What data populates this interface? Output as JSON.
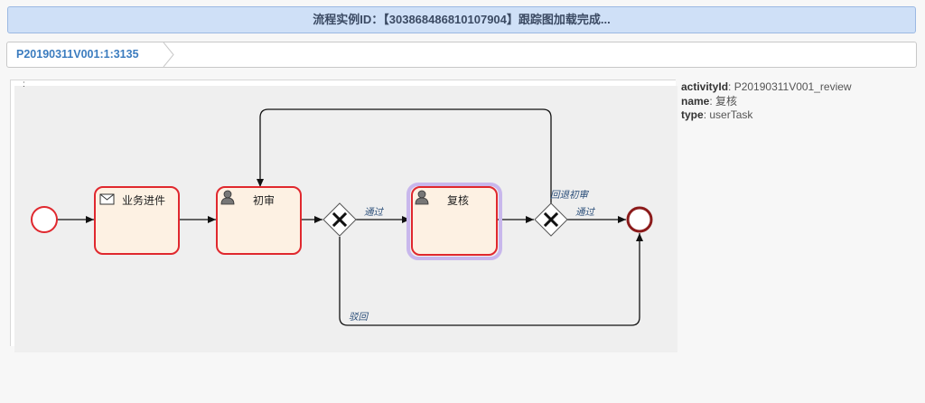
{
  "banner": {
    "message": "流程实例ID：【303868486810107904】跟踪图加载完成..."
  },
  "breadcrumb": {
    "item": "P20190311V001:1:3135"
  },
  "canvas": {
    "corner_mark": ":"
  },
  "diagram": {
    "tasks": {
      "business_entry": {
        "label": "业务进件",
        "icon": "envelope-icon"
      },
      "first_review": {
        "label": "初审",
        "icon": "user-icon"
      },
      "review": {
        "label": "复核",
        "icon": "user-icon",
        "state": "active"
      }
    },
    "flows": {
      "pass_1": "通过",
      "return_first": "回退初审",
      "pass_2": "通过",
      "reject": "驳回"
    },
    "colors": {
      "task_border": "#e0282e",
      "task_fill": "#fdf1e3",
      "active_halo": "#c8b7ec",
      "end_event": "#8b1a1a"
    }
  },
  "info": {
    "activityId_label": "activityId",
    "activityId_value": "P20190311V001_review",
    "name_label": "name",
    "name_value": "复核",
    "type_label": "type",
    "type_value": "userTask"
  }
}
